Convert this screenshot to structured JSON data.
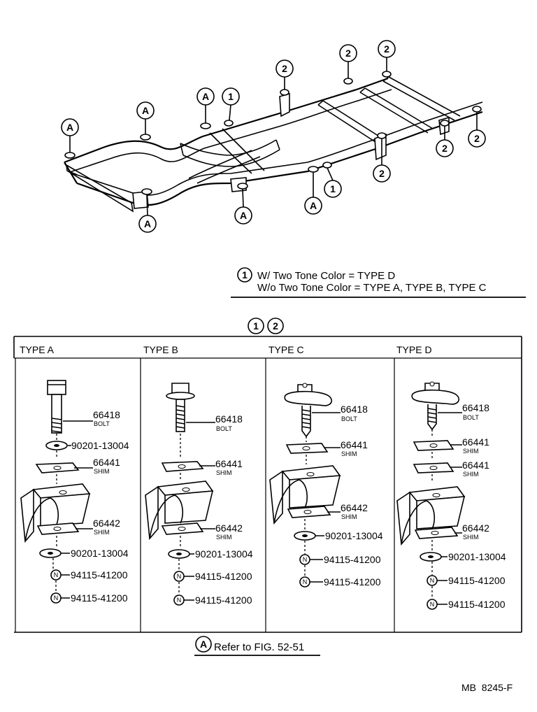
{
  "callouts": {
    "one": "1",
    "two": "2",
    "a": "A",
    "n": "N"
  },
  "legend": {
    "line1": "W/ Two Tone Color = TYPE D",
    "line2": "W/o Two Tone Color = TYPE A, TYPE B, TYPE C"
  },
  "types": [
    {
      "header": "TYPE A",
      "bolt_no": "66418",
      "bolt_label": "BOLT",
      "washer_top_no": "90201-13004",
      "shim_no": "66441",
      "shim_label": "SHIM",
      "shim2_no": "66442",
      "shim2_label": "SHIM",
      "washer_no": "90201-13004",
      "nut1_no": "94115-41200",
      "nut2_no": "94115-41200"
    },
    {
      "header": "TYPE B",
      "bolt_no": "66418",
      "bolt_label": "BOLT",
      "shim_no": "66441",
      "shim_label": "SHIM",
      "shim2_no": "66442",
      "shim2_label": "SHIM",
      "washer_no": "90201-13004",
      "nut1_no": "94115-41200",
      "nut2_no": "94115-41200"
    },
    {
      "header": "TYPE C",
      "bolt_no": "66418",
      "bolt_label": "BOLT",
      "shim_no": "66441",
      "shim_label": "SHIM",
      "shim2_no": "66442",
      "shim2_label": "SHIM",
      "washer_no": "90201-13004",
      "nut1_no": "94115-41200",
      "nut2_no": "94115-41200"
    },
    {
      "header": "TYPE D",
      "bolt_no": "66418",
      "bolt_label": "BOLT",
      "shim_no": "66441",
      "shim_label": "SHIM",
      "shim1b_no": "66441",
      "shim1b_label": "SHIM",
      "shim2_no": "66442",
      "shim2_label": "SHIM",
      "washer_no": "90201-13004",
      "nut1_no": "94115-41200",
      "nut2_no": "94115-41200"
    }
  ],
  "footer": {
    "refer": "Refer to FIG. 52-51",
    "code": "MB  8245-F"
  }
}
